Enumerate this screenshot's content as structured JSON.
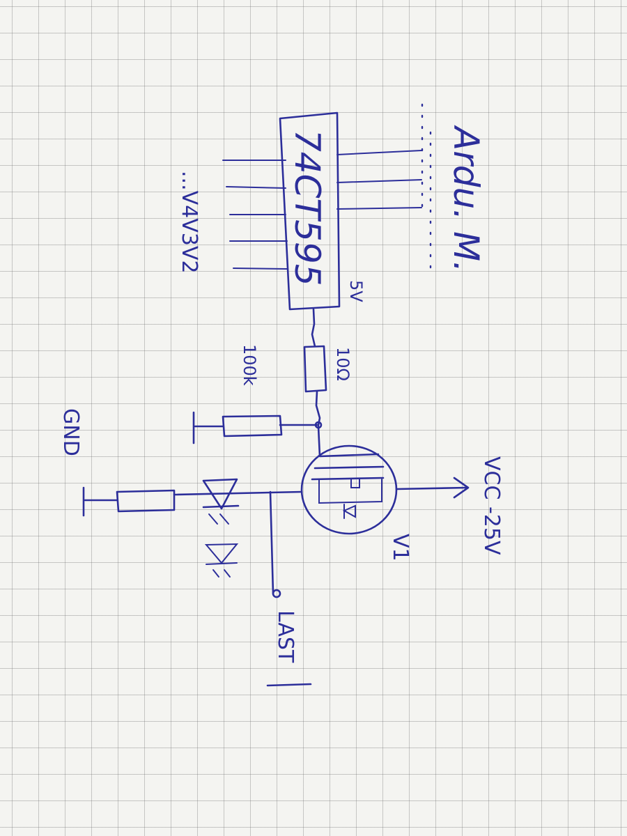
{
  "labels": {
    "ic": "74CT595",
    "arduino": "Ardu. M.",
    "supply_5v": "5V",
    "r_series": "10Ω",
    "r_pulldown": "100k",
    "outputs": "...V4V3V2",
    "gnd": "GND",
    "vcc": "VCC -25V",
    "transistor": "V1",
    "load": "LAST"
  },
  "colors": {
    "ink": "#2c2e9a",
    "paper": "#f4f4f1",
    "grid": "#8c8c8c"
  }
}
